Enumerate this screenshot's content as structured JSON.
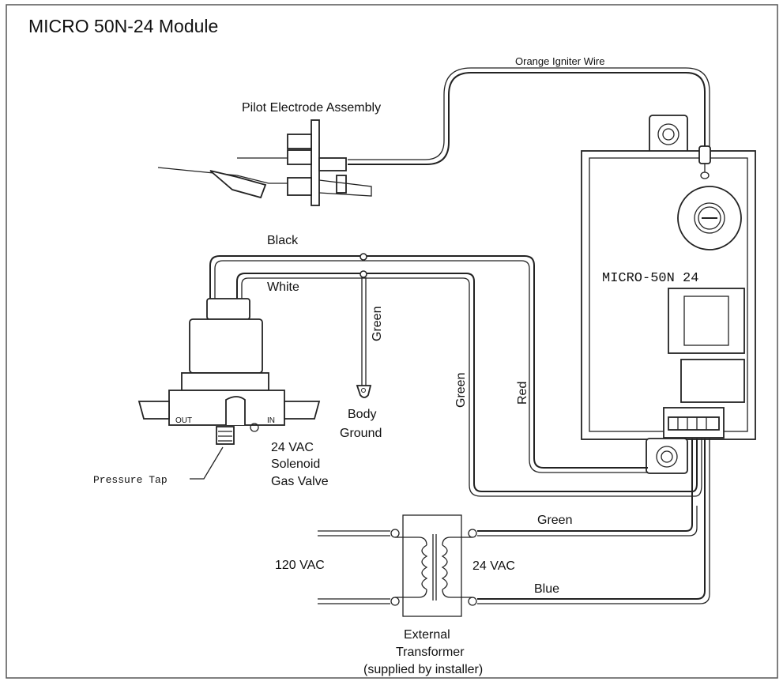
{
  "title": "MICRO 50N-24 Module",
  "labels": {
    "orange_igniter_wire": "Orange Igniter Wire",
    "pilot_electrode_assembly": "Pilot Electrode Assembly",
    "black": "Black",
    "white": "White",
    "green_vertical_body": "Green",
    "body_ground_1": "Body",
    "body_ground_2": "Ground",
    "green_vertical_long": "Green",
    "red": "Red",
    "module_name": "MICRO-50N 24",
    "valve_out": "OUT",
    "valve_in": "IN",
    "valve_1": "24 VAC",
    "valve_2": "Solenoid",
    "valve_3": "Gas Valve",
    "pressure_tap": "Pressure Tap",
    "green_bottom": "Green",
    "blue_bottom": "Blue",
    "vac120": "120 VAC",
    "vac24": "24 VAC",
    "transformer_1": "External",
    "transformer_2": "Transformer",
    "transformer_3": "(supplied by installer)"
  }
}
